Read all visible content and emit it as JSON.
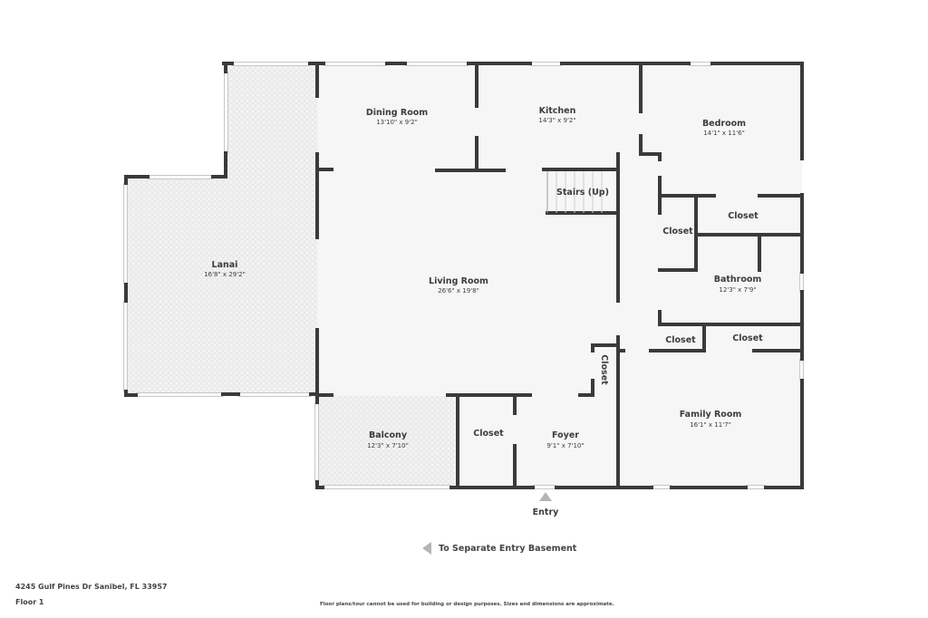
{
  "floor_plan": {
    "rooms": [
      {
        "id": "dining-room",
        "name": "Dining Room",
        "dims": "13'10\" x 9'2\""
      },
      {
        "id": "kitchen",
        "name": "Kitchen",
        "dims": "14'3\" x 9'2\""
      },
      {
        "id": "bedroom",
        "name": "Bedroom",
        "dims": "14'1\" x 11'6\""
      },
      {
        "id": "stairs",
        "name": "Stairs (Up)",
        "dims": ""
      },
      {
        "id": "closet-bedroom",
        "name": "Closet",
        "dims": ""
      },
      {
        "id": "closet-hall",
        "name": "Closet",
        "dims": ""
      },
      {
        "id": "lanai",
        "name": "Lanai",
        "dims": "16'8\" x 29'2\""
      },
      {
        "id": "living-room",
        "name": "Living Room",
        "dims": "26'6\" x 19'8\""
      },
      {
        "id": "bathroom",
        "name": "Bathroom",
        "dims": "12'3\" x 7'9\""
      },
      {
        "id": "closet-bath-left",
        "name": "Closet",
        "dims": ""
      },
      {
        "id": "closet-bath-right",
        "name": "Closet",
        "dims": ""
      },
      {
        "id": "closet-foyer-side",
        "name": "Closet",
        "dims": ""
      },
      {
        "id": "family-room",
        "name": "Family Room",
        "dims": "16'1\" x 11'7\""
      },
      {
        "id": "balcony",
        "name": "Balcony",
        "dims": "12'3\" x 7'10\""
      },
      {
        "id": "closet-foyer",
        "name": "Closet",
        "dims": ""
      },
      {
        "id": "foyer",
        "name": "Foyer",
        "dims": "9'1\" x 7'10\""
      }
    ],
    "entry_label": "Entry",
    "colors": {
      "wall": "#3a3a3a",
      "floor": "#f6f6f6",
      "window": "#e4e4e4",
      "arrow": "#b5b5b5"
    }
  },
  "navigation": {
    "basement_link": "To Separate Entry Basement"
  },
  "footer": {
    "address": "4245 Gulf Pines Dr Sanibel, FL 33957",
    "floor": "Floor 1",
    "disclaimer": "Floor plans/tour cannot be used for building or design purposes. Sizes and dimensions are approximate."
  }
}
